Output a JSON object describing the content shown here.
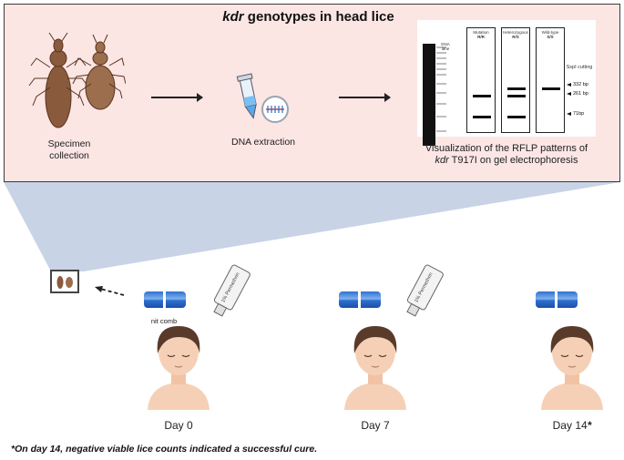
{
  "top_panel": {
    "title_italic": "kdr",
    "title_rest": " genotypes in head lice",
    "step1_line1": "Specimen",
    "step1_line2": "collection",
    "step2": "DNA extraction",
    "step3_line1": "Visualization of the RFLP patterns of",
    "step3_italic": "kdr",
    "step3_rest": " T917I on gel electrophoresis"
  },
  "gel": {
    "ladder_label": "DNA lane",
    "lanes": [
      {
        "name": "Mutation",
        "genotype": "R/R"
      },
      {
        "name": "Heterozygous",
        "genotype": "R/S"
      },
      {
        "name": "Wild-type",
        "genotype": "S/S"
      }
    ],
    "enzyme_label": "SspI cutting",
    "markers": [
      "332 bp",
      "261 bp",
      "71bp"
    ]
  },
  "timeline": {
    "comb_label": "nit comb",
    "bottle_label": "1% Permethrin",
    "days": [
      "Day 0",
      "Day 7",
      "Day 14"
    ],
    "day14_mark": "*"
  },
  "footnote": "*On day 14, negative viable lice counts indicated a successful cure.",
  "colors": {
    "panel_bg": "#fbe6e4",
    "funnel": "#c9d3e6",
    "comb_blue": "#2f6fd0",
    "skin": "#f6d0b6",
    "hair": "#5a3a2a"
  }
}
